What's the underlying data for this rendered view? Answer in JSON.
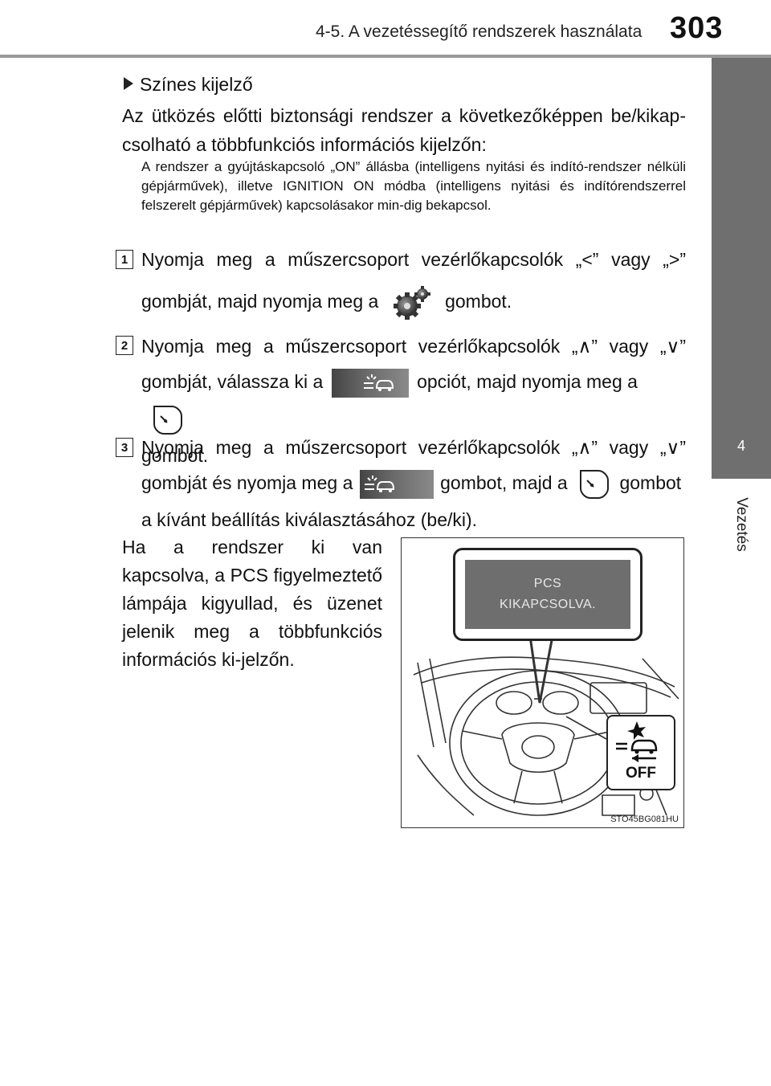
{
  "header": {
    "section_title": "4-5. A vezetéssegítő rendszerek használata",
    "page_number": "303"
  },
  "side_tab": {
    "chapter_number": "4",
    "chapter_label": "Vezetés"
  },
  "content": {
    "section_heading": "Színes kijelző",
    "intro": "Az ütközés előtti biztonsági rendszer a következőképpen be/kikap-csolható a többfunkciós információs kijelzőn:",
    "note": "A rendszer a gyújtáskapcsoló „ON” állásba (intelligens nyitási és indító-rendszer nélküli gépjárművek), illetve IGNITION ON módba (intelligens nyitási és indítórendszerrel felszerelt gépjárművek) kapcsolásakor min-dig bekapcsol.",
    "steps": [
      {
        "number": "1",
        "line1": "Nyomja meg a műszercsoport vezérlőkapcsolók „<” vagy „>”",
        "line2_a": "gombját, majd nyomja meg a",
        "line2_b": "gombot."
      },
      {
        "number": "2",
        "line1": "Nyomja meg a műszercsoport vezérlőkapcsolók „∧” vagy „∨”",
        "line2_a": "gombját, válassza ki a",
        "line2_b": "opciót, majd nyomja meg a",
        "line3": "gombot."
      },
      {
        "number": "3",
        "line1": "Nyomja meg a műszercsoport vezérlőkapcsolók „∧” vagy „∨”",
        "line2_a": "gombját és nyomja meg a",
        "line2_b": "gombot, majd a",
        "line2_c": "gombot",
        "line3": "a kívánt beállítás kiválasztásához (be/ki)."
      }
    ],
    "final_text": "Ha a rendszer ki van kapcsolva, a PCS figyelmeztető lámpája kigyullad, és üzenet jelenik meg a többfunkciós információs ki-jelzőn."
  },
  "figure": {
    "display_line1": "PCS",
    "display_line2": "KIKAPCSOLVA.",
    "indicator_text": "OFF",
    "code": "STO45BG081HU"
  },
  "icons": {
    "settings_button": "gear-icon",
    "pcs_menu_item": "pcs-icon",
    "enter_button": "enter-button-icon"
  }
}
